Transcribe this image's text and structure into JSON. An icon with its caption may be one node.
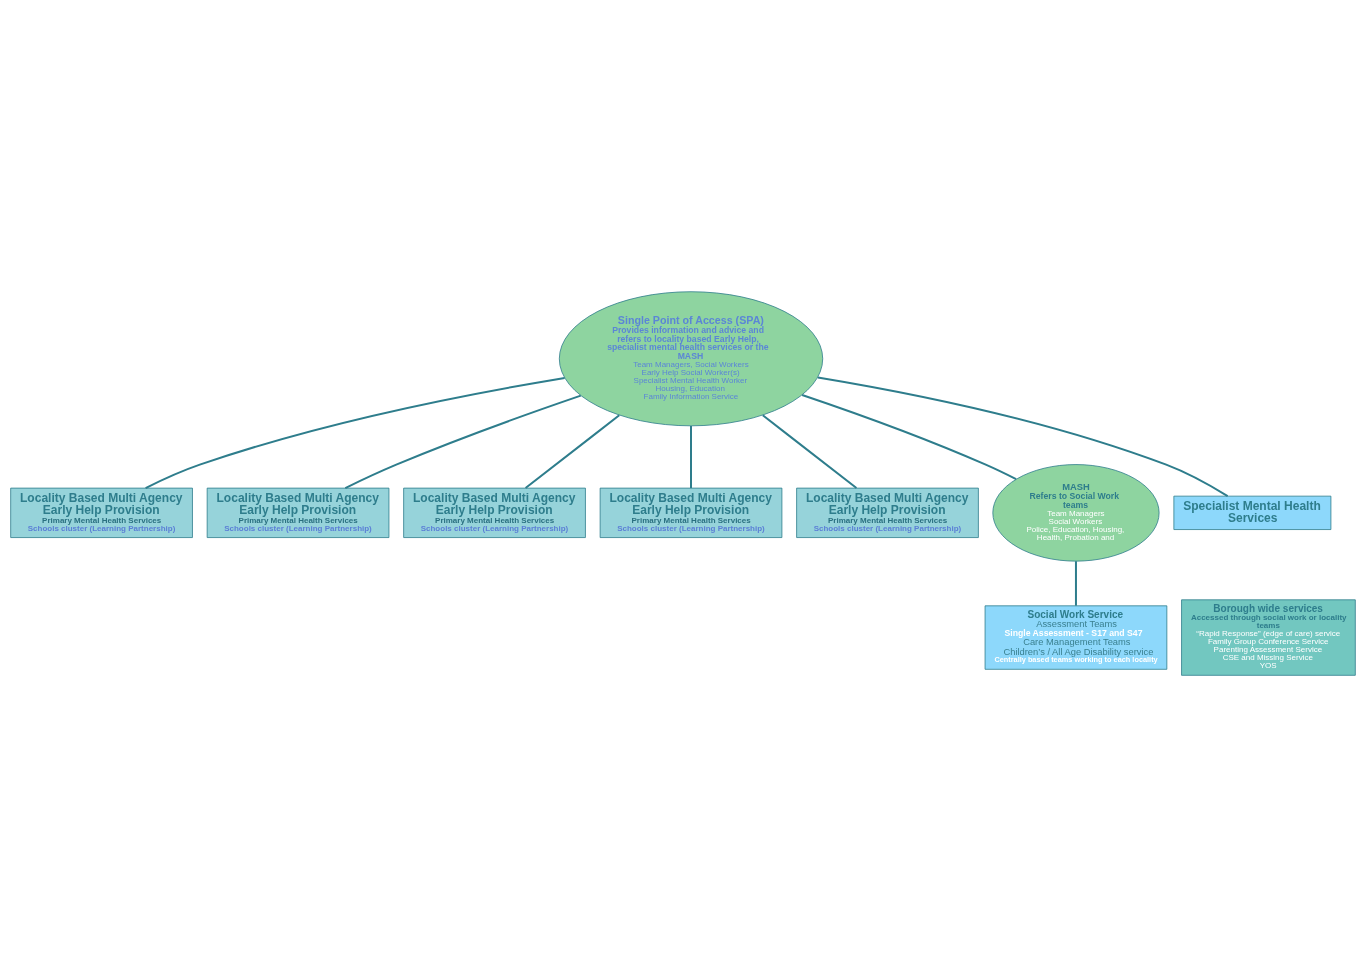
{
  "diagram": {
    "nodes": [
      {
        "text": [
          "Single Point of Access (SPA)",
          "Provides information and advice and refers to locality based Early Help, specialist mental health services or the MASH",
          "Team Managers, Social Workers",
          "Early Help Social Worker(s)",
          "Specialist Mental Health Worker",
          "Housing, Education",
          "Family Information Service"
        ]
      },
      {
        "text": [
          "Locality Based Multi Agency Early Help Provision",
          "Primary Mental Health Services",
          "Schools cluster (Learning Partnership)"
        ]
      },
      {
        "text": [
          "Locality Based Multi Agency Early Help Provision",
          "Primary Mental Health Services",
          "Schools cluster (Learning Partnership)"
        ]
      },
      {
        "text": [
          "Locality Based Multi Agency Early Help Provision",
          "Primary Mental Health Services",
          "Schools cluster (Learning Partnership)"
        ]
      },
      {
        "text": [
          "Locality Based Multi Agency Early Help Provision",
          "Primary Mental Health Services",
          "Schools cluster (Learning Partnership)"
        ]
      },
      {
        "text": [
          "Locality Based Multi Agency Early Help Provision",
          "Primary Mental Health Services",
          "Schools cluster (Learning Partnership)"
        ]
      },
      {
        "text": [
          "MASH",
          "Refers to Social Work teams",
          "Team Managers",
          "Social Workers",
          "Police, Education, Housing,",
          "Health, Probation and"
        ]
      },
      {
        "text": [
          "Specialist Mental Health Services"
        ]
      },
      {
        "text": [
          "Social Work Service",
          "Assessment Teams",
          "Single Assessment - S17 and S47",
          "Care Management Teams",
          "Children’s / All Age Disability service",
          "Centrally based teams working to each locality"
        ]
      },
      {
        "text": [
          "Borough wide services",
          "Accessed through social work or locality teams",
          "“Rapid Response” (edge of care) service",
          "Family Group Conference Service",
          "Parenting Assessment Service",
          "CSE and Missing Service",
          "YOS"
        ]
      }
    ],
    "edges": [
      {
        "from": 0,
        "to": 1,
        "arrow": "none"
      },
      {
        "from": 0,
        "to": 2,
        "arrow": "none"
      },
      {
        "from": 0,
        "to": 3,
        "arrow": "none"
      },
      {
        "from": 0,
        "to": 4,
        "arrow": "none"
      },
      {
        "from": 0,
        "to": 5,
        "arrow": "none"
      },
      {
        "from": 0,
        "to": 6,
        "arrow": "none"
      },
      {
        "from": 0,
        "to": 7,
        "arrow": "none"
      },
      {
        "from": 6,
        "to": 8,
        "arrow": "none"
      }
    ]
  }
}
